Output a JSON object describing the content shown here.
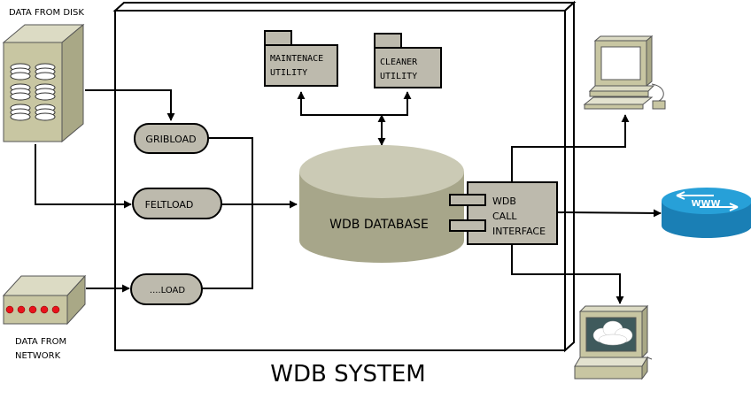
{
  "labels": {
    "data_from_disk": "DATA FROM DISK",
    "data_from_network_line1": "DATA FROM",
    "data_from_network_line2": "NETWORK",
    "system_title": "WDB SYSTEM",
    "maintenance_line1": "MAINTENACE",
    "maintenance_line2": "UTILITY",
    "cleaner_line1": "CLEANER",
    "cleaner_line2": "UTILITY",
    "gribload": "GRIBLOAD",
    "feltload": "FELTLOAD",
    "dotload": "....LOAD",
    "database": "WDB DATABASE",
    "interface_line1": "WDB",
    "interface_line2": "CALL",
    "interface_line3": "INTERFACE",
    "www": "WWW"
  },
  "colors": {
    "shape_fill": "#bdbaad",
    "db_side": "#a7a68a",
    "db_top": "#cbcab5",
    "device_fill": "#c8c6a2",
    "led_red": "#e8131b",
    "router_blue": "#1a8bc3"
  }
}
